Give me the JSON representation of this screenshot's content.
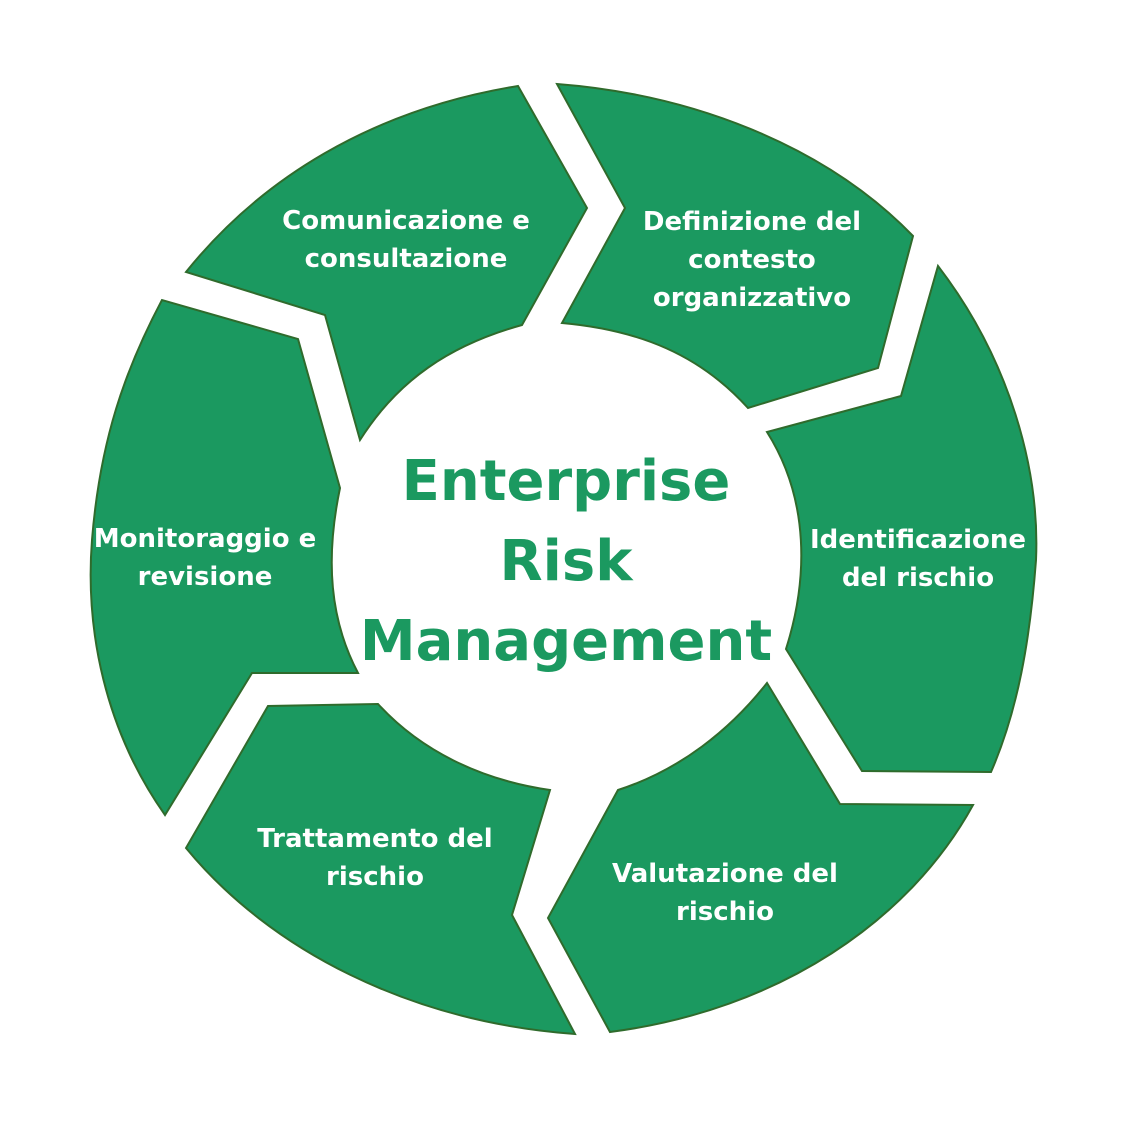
{
  "diagram": {
    "center": {
      "title": "Enterprise\nRisk\nManagement"
    },
    "segments": [
      {
        "label": "Comunicazione e\nconsultazione"
      },
      {
        "label": "Definizione del\ncontesto\norganizzativo"
      },
      {
        "label": "Identificazione\ndel rischio"
      },
      {
        "label": "Valutazione del\nrischio"
      },
      {
        "label": "Trattamento del\nrischio"
      },
      {
        "label": "Monitoraggio e\nrevisione"
      }
    ],
    "colors": {
      "segment_fill": "#1b9960",
      "segment_stroke": "#2f6b2c",
      "center_text": "#1b9960",
      "label_text": "#ffffff"
    }
  }
}
